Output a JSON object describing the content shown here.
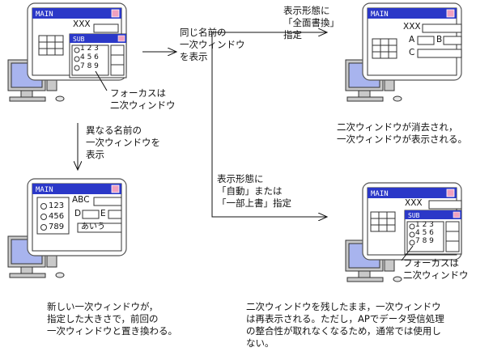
{
  "window_labels": {
    "main": "MAIN",
    "sub": "SUB"
  },
  "screens": {
    "top_left": {
      "field": "XXX",
      "options": [
        "1 2 3",
        "4 5 6",
        "7 8 9"
      ],
      "focus_note": [
        "フォーカスは",
        "二次ウィンドウ"
      ]
    },
    "top_right": {
      "rows": [
        "XXX",
        "A",
        "B",
        "C"
      ]
    },
    "bottom_left": {
      "options": [
        "123",
        "456",
        "789"
      ],
      "labels": [
        "ABC",
        "D",
        "E"
      ],
      "input_value": "あいう"
    },
    "bottom_right": {
      "field": "XXX",
      "options": [
        "1 2 3",
        "4 5 6",
        "7 8 9"
      ],
      "focus_note": [
        "フォーカスは",
        "二次ウィンドウ"
      ]
    }
  },
  "arrows": {
    "same_name": [
      "同じ名前の",
      "一次ウィンドウ",
      "を表示"
    ],
    "different_name": [
      "異なる名前の",
      "一次ウィンドウを",
      "表示"
    ],
    "replace_mode": [
      "表示形態に",
      "「全面書換」",
      "指定"
    ],
    "auto_mode": [
      "表示形態に",
      "「自動」または",
      "「一部上書」指定"
    ]
  },
  "results": {
    "top_right": [
      "二次ウィンドウが消去され，",
      "一次ウィンドウが表示される。"
    ],
    "bottom_left": [
      "新しい一次ウィンドウが，",
      "指定した大きさで，前回の",
      "一次ウィンドウと置き換わる。"
    ],
    "bottom_right": [
      "二次ウィンドウを残したまま，一次ウィンドウ",
      "は再表示される。ただし，APでデータ受信処理",
      "の整合性が取れなくなるため，通常では使用し",
      "ない。"
    ]
  },
  "colors": {
    "title_bar": "#2b38c8",
    "close_box": "#f0a0c0",
    "monitor_gray": "#bdbdbd",
    "screen_blue": "#a8b4ee"
  }
}
